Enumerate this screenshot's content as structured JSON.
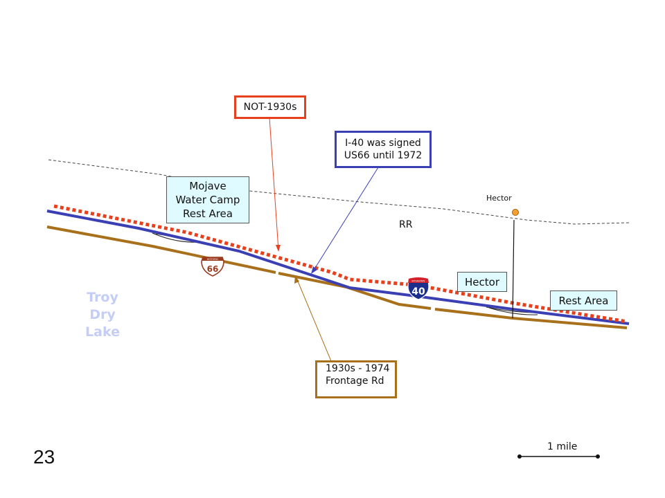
{
  "callouts": {
    "not_1930s": "NOT-1930s",
    "i40_signed": [
      "I-40 was signed",
      "US66 until 1972"
    ],
    "frontage": [
      "1930s - 1974",
      "Frontage Rd"
    ]
  },
  "places": {
    "mojave_rest": [
      "Mojave",
      "Water Camp",
      "Rest Area"
    ],
    "hector_town": "Hector",
    "hector_box": "Hector",
    "rest_area": "Rest Area",
    "rr": "RR",
    "troy_lake": [
      "Troy",
      "Dry",
      "Lake"
    ]
  },
  "shields": {
    "us66": {
      "top": "HISTORIC",
      "number": "66"
    },
    "i40": {
      "top": "INTERSTATE",
      "number": "40"
    }
  },
  "scale": {
    "label": "1 mile"
  },
  "page_number": "23",
  "colors": {
    "us66_route": "#3a3fb4",
    "not_1930s_route": "#e8401c",
    "frontage_road": "#a8701a",
    "railroad": "#444444",
    "hector_dot": "#f5a030"
  }
}
